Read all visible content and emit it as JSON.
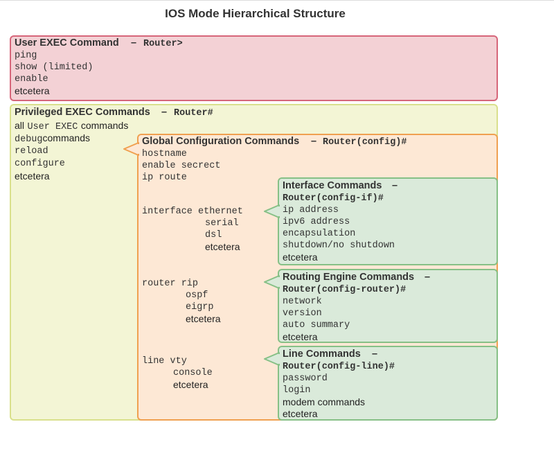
{
  "title": "IOS Mode Hierarchical Structure",
  "user_exec": {
    "heading": "User EXEC Command",
    "sep": "–",
    "prompt": "Router>",
    "items": [
      "ping",
      "show (limited)",
      "enable"
    ],
    "etc": "etcetera"
  },
  "privileged": {
    "heading": "Privileged EXEC Commands",
    "sep": "–",
    "prompt": "Router#",
    "line1_pre": "all",
    "line1_mono": "User EXEC",
    "line1_post": "commands",
    "debug": "debug",
    "debug_post": "commands",
    "reload": "reload",
    "configure": "configure",
    "etc": "etcetera"
  },
  "global": {
    "heading": "Global Configuration Commands",
    "sep": "–",
    "prompt": "Router(config)#",
    "items": [
      "hostname",
      "enable secrect",
      "ip route"
    ],
    "interface": {
      "cmd": "interface ethernet",
      "subs": [
        "serial",
        "dsl"
      ],
      "etc": "etcetera"
    },
    "router": {
      "cmd": "router rip",
      "subs": [
        "ospf",
        "eigrp"
      ],
      "etc": "etcetera"
    },
    "line": {
      "cmd": "line vty",
      "subs": [
        "console"
      ],
      "etc": "etcetera"
    }
  },
  "interface_cmds": {
    "heading": "Interface Commands",
    "sep": "–",
    "prompt": "Router(config-if)#",
    "items": [
      "ip address",
      "ipv6 address",
      "encapsulation",
      "shutdown/no shutdown"
    ],
    "etc": "etcetera"
  },
  "routing_cmds": {
    "heading": "Routing Engine Commands",
    "sep": "–",
    "prompt": "Router(config-router)#",
    "items": [
      "network",
      "version",
      "auto summary"
    ],
    "etc": "etcetera"
  },
  "line_cmds": {
    "heading": "Line Commands",
    "sep": "–",
    "prompt": "Router(config-line)#",
    "items": [
      "password",
      "login"
    ],
    "modem": "modem commands",
    "etc": "etcetera"
  }
}
